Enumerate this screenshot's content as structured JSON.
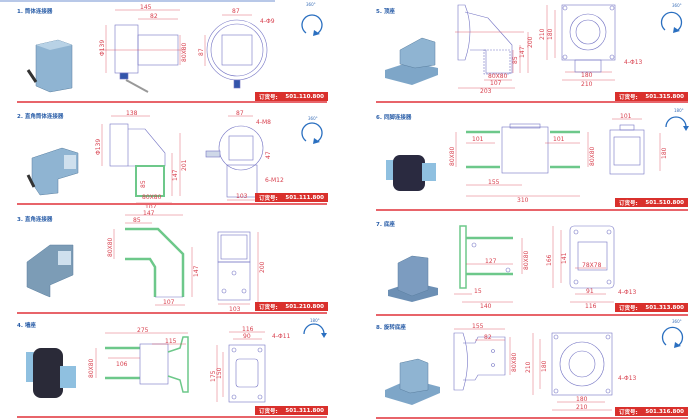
{
  "order_label": "订货号:",
  "panels": [
    {
      "title": "1. 筒体连接器",
      "order_no": "501.110.800",
      "rotation": "360°",
      "dims": [
        "145",
        "82",
        "Φ139",
        "80X80",
        "87",
        "87",
        "4-Φ9"
      ]
    },
    {
      "title": "2. 直角筒体连接器",
      "order_no": "501.111.800",
      "rotation": "360°",
      "dims": [
        "138",
        "Φ139",
        "201",
        "147",
        "85",
        "80X80",
        "107",
        "87",
        "47",
        "4-M8",
        "6-M12",
        "103"
      ]
    },
    {
      "title": "3. 直角连接器",
      "order_no": "501.210.800",
      "dims": [
        "147",
        "85",
        "80X80",
        "147",
        "107",
        "200",
        "103"
      ]
    },
    {
      "title": "4. 墙座",
      "order_no": "501.311.800",
      "rotation": "180°",
      "dims": [
        "275",
        "115",
        "106",
        "80X80",
        "116",
        "90",
        "4-Φ11",
        "175",
        "150"
      ]
    },
    {
      "title": "5. 顶座",
      "order_no": "501.315.800",
      "rotation": "360°",
      "dims": [
        "200",
        "147",
        "85",
        "80X80",
        "107",
        "203",
        "210",
        "180",
        "180",
        "210",
        "4-Φ13"
      ]
    },
    {
      "title": "6. 同脚连接器",
      "order_no": "501.510.800",
      "rotation": "180°",
      "dims": [
        "101",
        "101",
        "80X80",
        "80X80",
        "155",
        "310",
        "101",
        "180"
      ]
    },
    {
      "title": "7. 底座",
      "order_no": "501.313.800",
      "dims": [
        "127",
        "80X80",
        "15",
        "140",
        "166",
        "141",
        "78X78",
        "91",
        "116",
        "4-Φ13"
      ]
    },
    {
      "title": "8. 旋转底座",
      "order_no": "501.316.800",
      "rotation": "360°",
      "dims": [
        "155",
        "82",
        "80X80",
        "210",
        "180",
        "4-Φ13",
        "180",
        "210"
      ]
    }
  ]
}
